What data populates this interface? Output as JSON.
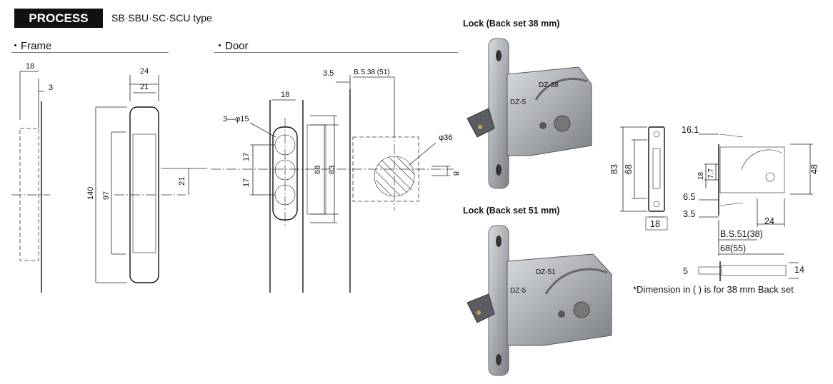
{
  "header": {
    "badge": "PROCESS",
    "subtitle": "SB·SBU·SC·SCU type"
  },
  "sections": {
    "frame": "・Frame",
    "door": "・Door"
  },
  "frame_dims": {
    "d18": "18",
    "d3": "3",
    "d24": "24",
    "d21": "21",
    "d140": "140",
    "d97": "97",
    "d21b": "21"
  },
  "door_dims": {
    "d35": "3.5",
    "bs": "B.S.38 (51)",
    "d18": "18",
    "holes": "3—φ15",
    "d17a": "17",
    "d17b": "17",
    "d68": "68",
    "d83": "83",
    "phi36": "φ36",
    "d8": "8"
  },
  "photos": {
    "lock38": "Lock (Back set 38 mm)",
    "lock51": "Lock (Back set 51 mm)",
    "plate38": "DZ-38",
    "plate51": "DZ-51",
    "stamp": "DZ-5"
  },
  "lock_dims": {
    "d83": "83",
    "d68": "68",
    "d18": "18",
    "d161": "16.1",
    "d77": "7.7",
    "d18b": "18",
    "d65": "6.5",
    "d35": "3.5",
    "d48": "48",
    "d24": "24",
    "bs": "B.S.51(38)",
    "d6855": "68(55)",
    "d5": "5",
    "d14": "14"
  },
  "note": "*Dimension in (    ) is for 38 mm Back set",
  "colors": {
    "badge_bg": "#111111",
    "steel": "#a9adb1",
    "latch": "#5a5e63"
  }
}
